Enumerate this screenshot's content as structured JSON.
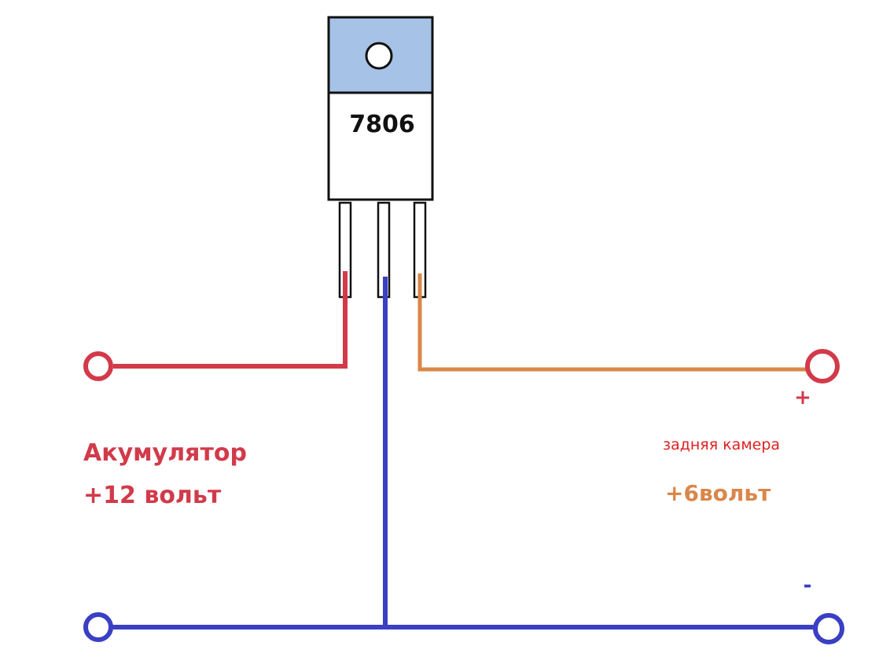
{
  "regulator": {
    "part_number": "7806"
  },
  "input": {
    "line1": "Акумулятор",
    "line2": "+12 вольт"
  },
  "output": {
    "caption": "задняя камера",
    "voltage": "+6вольт"
  },
  "polarity": {
    "plus": "+",
    "minus": "-"
  },
  "colors": {
    "input_wire": "#d23a4a",
    "ground_wire": "#3a3fc4",
    "output_wire": "#d9874a",
    "heatsink_tab": "#a6c2e6"
  }
}
